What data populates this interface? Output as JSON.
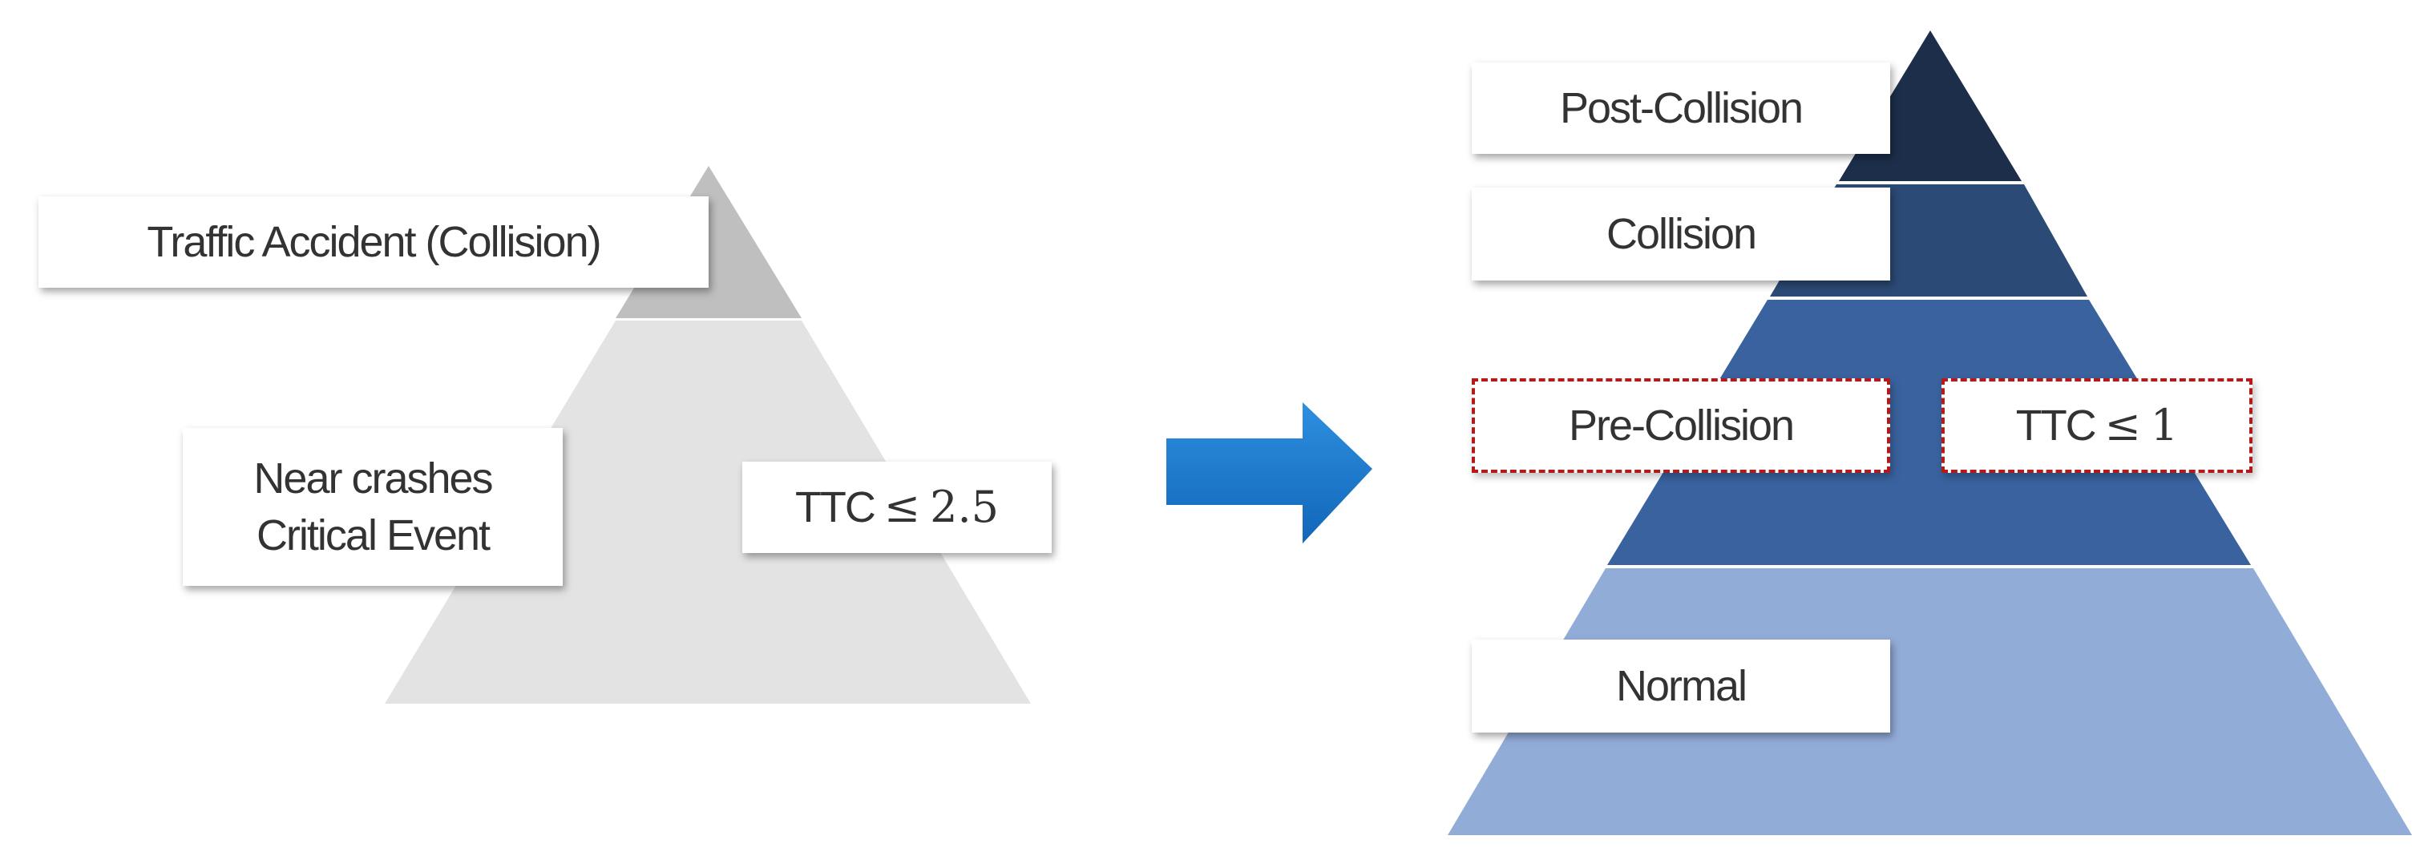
{
  "colors": {
    "left_top": "#bfbfbf",
    "left_bottom": "#e3e3e3",
    "right_level1": "#1c2e4a",
    "right_level2": "#2c4a76",
    "right_level3": "#39629e",
    "right_level4": "#92acd8",
    "arrow_light": "#2e8fe0",
    "arrow_dark": "#1266b8",
    "dashed_border": "#b31b1b"
  },
  "left_pyramid": {
    "top_label": "Traffic Accident (Collision)",
    "bottom_label_line1": "Near crashes",
    "bottom_label_line2": "Critical Event",
    "threshold_text": "TTC",
    "threshold_op": "≤",
    "threshold_value": "2.5"
  },
  "right_pyramid": {
    "levels": [
      "Post-Collision",
      "Collision",
      "Pre-Collision",
      "Normal"
    ],
    "threshold_text": "TTC",
    "threshold_op": "≤",
    "threshold_value": "1"
  },
  "arrow": {
    "icon": "right-arrow-icon"
  }
}
